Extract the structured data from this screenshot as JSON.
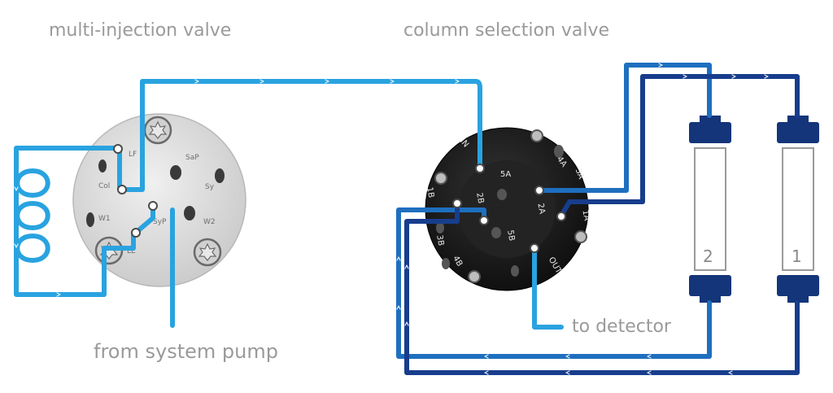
{
  "labels": {
    "multi_injection_valve": "multi-injection valve",
    "column_selection_valve": "column selection valve",
    "from_system_pump": "from system pump",
    "to_detector": "to detector"
  },
  "injection_valve_ports": {
    "lf": "LF",
    "sap": "SaP",
    "col": "Col",
    "sy": "Sy",
    "w1": "W1",
    "w2": "W2",
    "syp": "SyP",
    "le": "LE"
  },
  "selection_valve_ports": {
    "in": "IN",
    "p4a": "4A",
    "p5a": "5A",
    "p3a": "3A",
    "p1b": "1B",
    "p2b": "2B",
    "p2a": "2A",
    "p1a": "1A",
    "p3b": "3B",
    "p5b": "5B",
    "p4b": "4B",
    "out": "OUT"
  },
  "columns": [
    {
      "number": "2"
    },
    {
      "number": "1"
    }
  ],
  "colors": {
    "tube_light": "#29a3e0",
    "tube_mid": "#1e6fbf",
    "tube_dark": "#173d8c",
    "column_cap": "#14357a",
    "valve_light": "#e4e4e4",
    "valve_dark": "#1c1c1c",
    "caption": "#9a9a9a"
  }
}
